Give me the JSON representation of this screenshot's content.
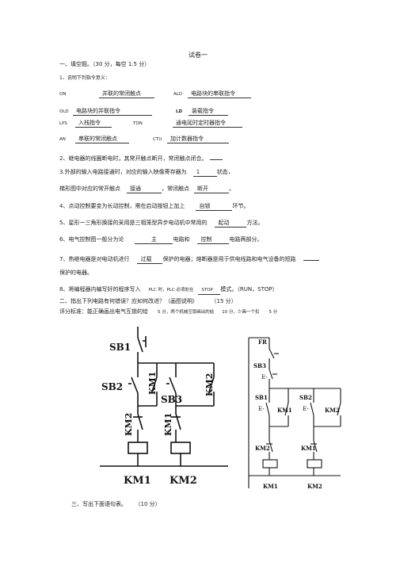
{
  "title": "试卷一",
  "section1": {
    "heading": "一、填空题。（30 分，每空 1.5 分）",
    "q1": "1、说明下列指令意义：",
    "pairs": [
      {
        "k1": "ON",
        "v1": "并联的常闭触点",
        "k2": "ALD",
        "v2": "电路块的串联指令"
      },
      {
        "k1": "OLD",
        "v1": "电路块的并联指令",
        "k2": "LD",
        "v2": "装载指令"
      },
      {
        "k1": "LPS",
        "v1": "入栈指令",
        "k2": "TON",
        "v2": "通电延时定时器指令"
      },
      {
        "k1": "AN",
        "v1": "串联的常闭触点",
        "k2": "CTU",
        "v2": "加计数器指令"
      }
    ],
    "q2": "2、继电器的线圈断电时，其常开触点断开，常闭触点闭合。",
    "q3a": "3.外部的输入电路接通时，对应的输入映像寄存器为",
    "q3a_ans": "1",
    "q3a_tail": "状态，",
    "q3b": "梯形图中对应的常开触点",
    "q3b_ans1": "接通",
    "q3b_mid": "，常闭触点",
    "q3b_ans2": "断开",
    "q3b_tail": "。",
    "q4": "4、点动控制要变为长动控制，需在启动按钮上加上",
    "q4_ans": "自锁",
    "q4_tail": "环节。",
    "q5": "5、星形一三角形换接的采用是三相笼型异步电动机中常用的",
    "q5_ans": "起动",
    "q5_tail": "方法。",
    "q6": "6、电气控制图一般分为论",
    "q6_ans1": "主",
    "q6_mid": "电路和",
    "q6_ans2": "控制",
    "q6_tail": "电路两部分。",
    "q7": "7、热继电器是对电动机进行",
    "q7_ans": "过载",
    "q7_tail": "保护的电器；熔断器是用于供电线路和电气设备的短路",
    "q7b": "保护的电器。",
    "q8": "8、将编程器内编写好的程序写入",
    "q8_plc": "PLC 时，PLC 必须处在",
    "q8_ans": "STOP",
    "q8_tail": "模式。（RUN，STOP）"
  },
  "section2": {
    "heading": "二、指出下列电路有何错误？应如何改进？（画图说明）",
    "score": "（15 分）",
    "criteria": "评分标准：能正确画出电气互锁的给",
    "criteria_b": "5 分，两个机械互锁画出的给",
    "criteria_c": "10 分，少画一个扣",
    "criteria_d": "5 分"
  },
  "section3": {
    "heading": "三、写出下面语句表。",
    "score": "（10 分）"
  },
  "circuit_left": {
    "sb1": "SB1",
    "sb2": "SB2",
    "sb3": "SB3",
    "km1": "KM1",
    "km2": "KM2",
    "coil1": "KM1",
    "coil2": "KM2"
  },
  "circuit_right": {
    "fr": "FR",
    "sb3": "SB3",
    "sb1": "SB1",
    "sb2": "SB2",
    "km1": "KM1",
    "km2": "KM2",
    "coil1": "KM1",
    "coil2": "KM2",
    "e": "E-"
  }
}
